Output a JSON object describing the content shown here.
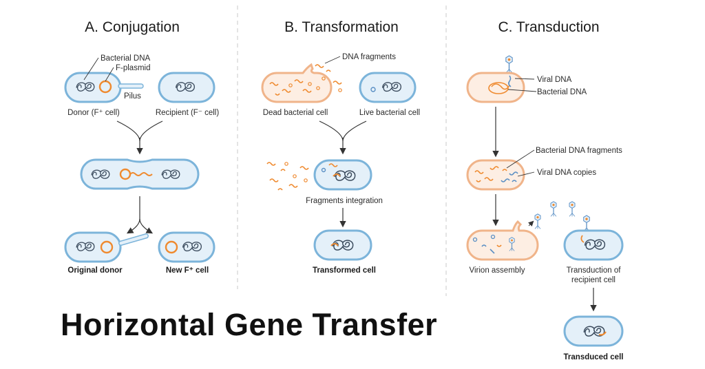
{
  "main_title": "Horizontal Gene Transfer",
  "colors": {
    "cell_outline": "#7cb4da",
    "cell_fill": "#e4f0f9",
    "dead_cell_outline": "#f0b48a",
    "dead_cell_fill": "#fdeee3",
    "dna_chromosome": "#3a4a5c",
    "plasmid_orange": "#ef8a2f",
    "viral_dna_blue": "#5a8fc4",
    "arrow": "#333333",
    "divider": "#c8c8c8"
  },
  "conjugation": {
    "title": "A. Conjugation",
    "labels": {
      "bacterial_dna": "Bacterial DNA",
      "f_plasmid": "F-plasmid",
      "pilus": "Pilus",
      "donor": "Donor (F⁺ cell)",
      "recipient": "Recipient (F⁻ cell)",
      "original_donor": "Original donor",
      "new_cell": "New F⁺ cell"
    }
  },
  "transformation": {
    "title": "B. Transformation",
    "labels": {
      "dna_fragments": "DNA fragments",
      "dead_cell": "Dead bacterial cell",
      "live_cell": "Live bacterial cell",
      "integration": "Fragments integration",
      "transformed": "Transformed cell"
    }
  },
  "transduction": {
    "title": "C. Transduction",
    "labels": {
      "viral_dna": "Viral DNA",
      "bacterial_dna": "Bacterial DNA",
      "bacterial_dna_fragments": "Bacterial DNA fragments",
      "viral_dna_copies": "Viral DNA copies",
      "virion_assembly": "Virion assembly",
      "transduction_of_line1": "Transduction of",
      "transduction_of_line2": "recipient cell",
      "transduced": "Transduced cell"
    }
  }
}
